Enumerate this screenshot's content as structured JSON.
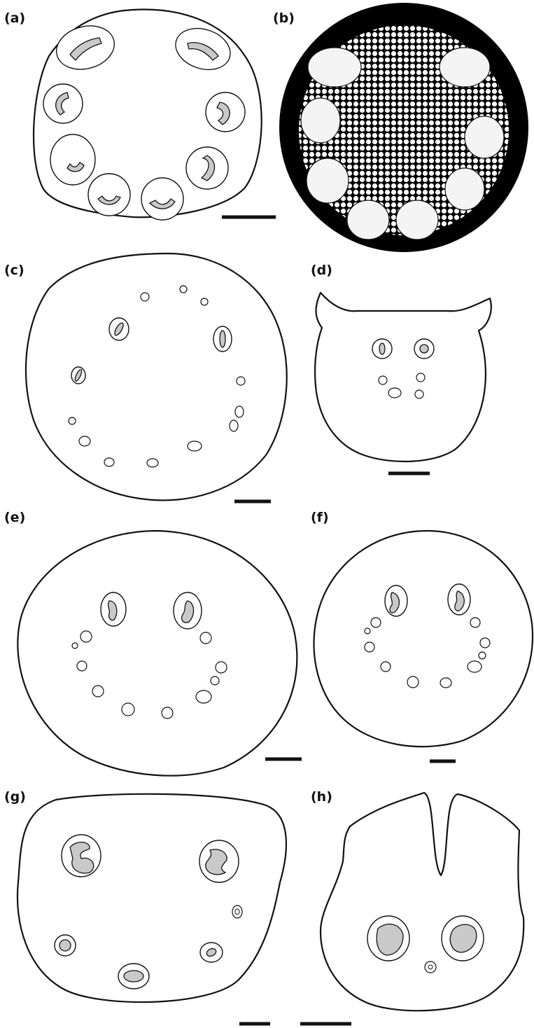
{
  "figure": {
    "panels": [
      {
        "id": "a",
        "label": "(a)"
      },
      {
        "id": "b",
        "label": "(b)"
      },
      {
        "id": "c",
        "label": "(c)"
      },
      {
        "id": "d",
        "label": "(d)"
      },
      {
        "id": "e",
        "label": "(e)"
      },
      {
        "id": "f",
        "label": "(f)"
      },
      {
        "id": "g",
        "label": "(g)"
      },
      {
        "id": "h",
        "label": "(h)"
      }
    ],
    "colors": {
      "line": "#111111",
      "background": "#ffffff",
      "xylem_stipple": "#c9c9c9",
      "panel_b_fill": "#000000"
    }
  }
}
